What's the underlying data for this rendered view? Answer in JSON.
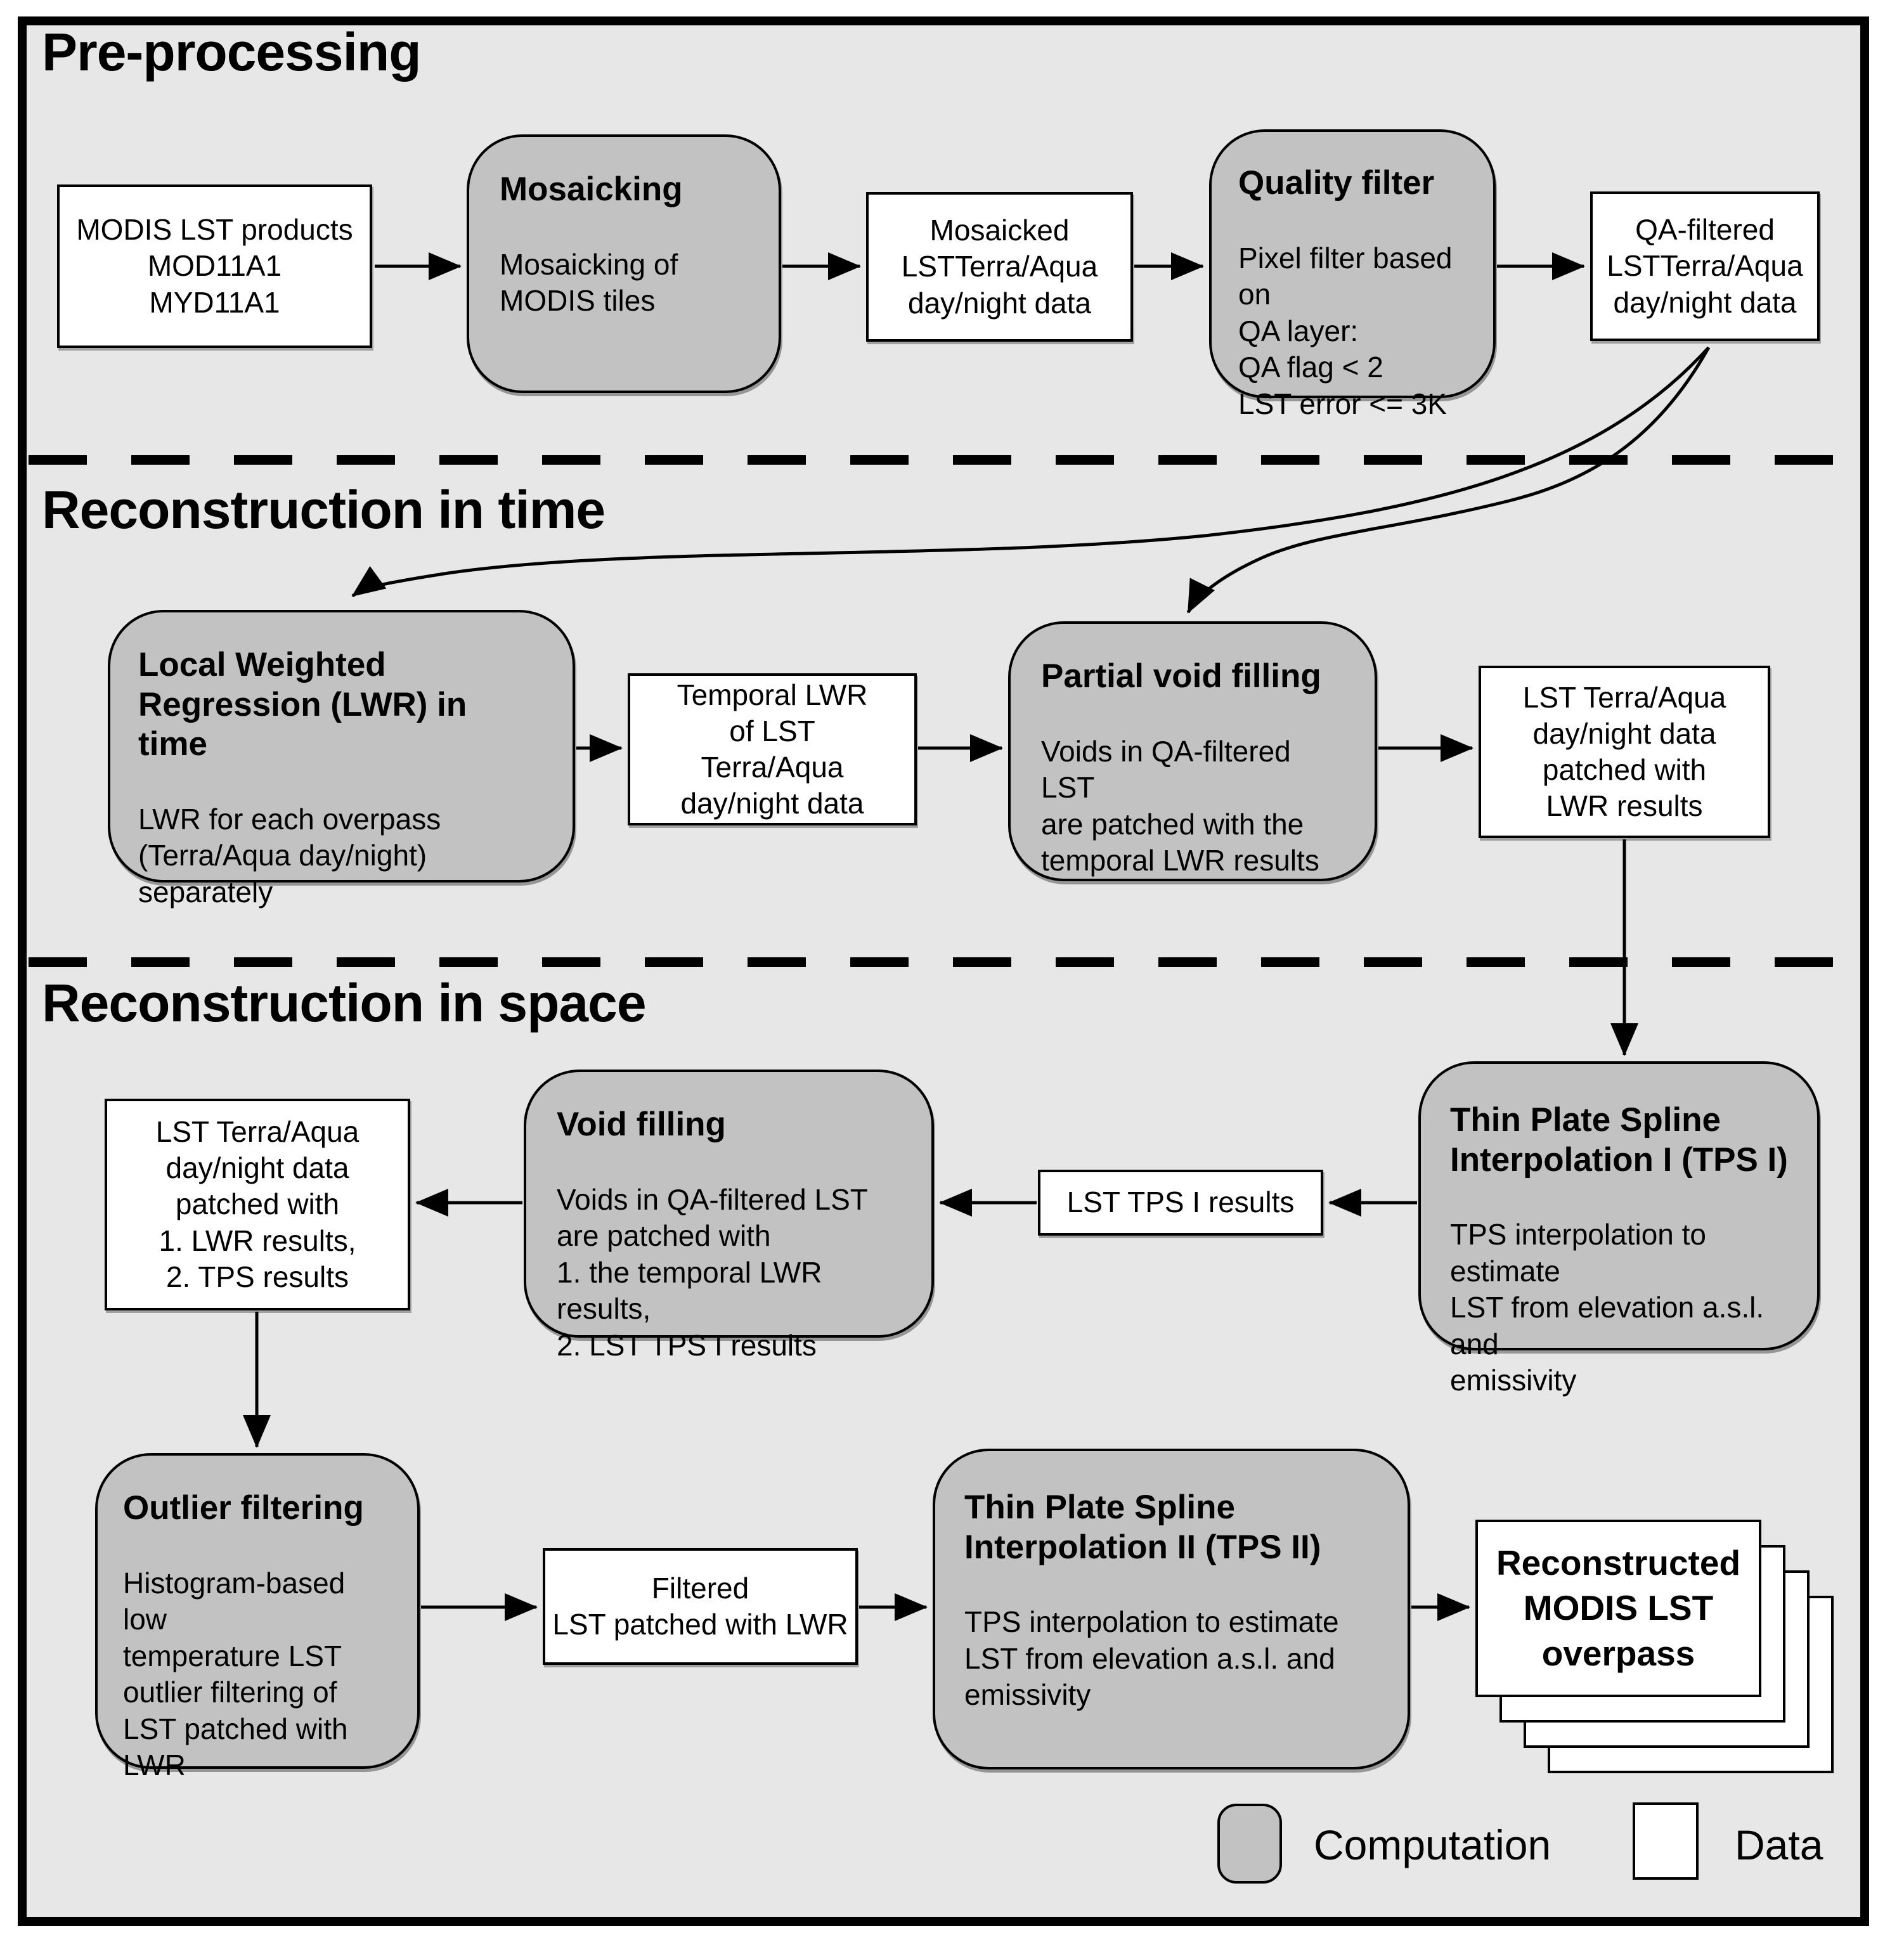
{
  "sections": {
    "pre": "Pre-processing",
    "time": "Reconstruction in time",
    "space": "Reconstruction in space"
  },
  "nodes": {
    "modis": {
      "type": "data",
      "text": "MODIS LST products\nMOD11A1\nMYD11A1"
    },
    "mosaicking": {
      "type": "computation",
      "title": "Mosaicking",
      "body": "Mosaicking of\nMODIS tiles"
    },
    "mosaicked": {
      "type": "data",
      "text": "Mosaicked\nLSTTerra/Aqua\nday/night data"
    },
    "quality_filter": {
      "type": "computation",
      "title": "Quality filter",
      "body": "Pixel filter based on\nQA layer:\nQA flag < 2\nLST error <= 3K"
    },
    "qa_filtered": {
      "type": "data",
      "text": "QA-filtered\nLSTTerra/Aqua\nday/night data"
    },
    "lwr": {
      "type": "computation",
      "title": "Local Weighted Regression (LWR) in time",
      "body": "LWR for each overpass\n(Terra/Aqua day/night)\nseparately"
    },
    "temporal_lwr": {
      "type": "data",
      "text": "Temporal LWR\nof LST\nTerra/Aqua\nday/night data"
    },
    "partial_void": {
      "type": "computation",
      "title": "Partial void filling",
      "body": "Voids in QA-filtered LST\nare patched with the\ntemporal LWR results"
    },
    "patched_lwr": {
      "type": "data",
      "text": "LST Terra/Aqua\nday/night data\npatched with\nLWR results"
    },
    "tps1": {
      "type": "computation",
      "title": "Thin Plate Spline Interpolation I (TPS I)",
      "body": "TPS interpolation to estimate\nLST from elevation a.s.l. and\nemissivity"
    },
    "tps1_results": {
      "type": "data",
      "text": "LST TPS I results"
    },
    "void_filling": {
      "type": "computation",
      "title": "Void filling",
      "body": "Voids in QA-filtered LST\nare patched with\n1. the temporal LWR results,\n2. LST TPS I results"
    },
    "patched_lwr_tps": {
      "type": "data",
      "text": "LST Terra/Aqua\nday/night data\npatched with\n1. LWR results,\n2. TPS results"
    },
    "outlier": {
      "type": "computation",
      "title": "Outlier filtering",
      "body": "Histogram-based low\ntemperature LST\noutlier filtering of\nLST patched with LWR"
    },
    "filtered": {
      "type": "data",
      "text": "Filtered\nLST patched with LWR"
    },
    "tps2": {
      "type": "computation",
      "title": "Thin Plate Spline Interpolation II (TPS II)",
      "body": "TPS interpolation to estimate\nLST from elevation a.s.l. and\nemissivity"
    },
    "reconstructed": {
      "type": "data",
      "text": "Reconstructed\nMODIS LST\noverpass"
    }
  },
  "legend": {
    "computation": "Computation",
    "data": "Data"
  },
  "colors": {
    "computation_fill": "#c2c2c2",
    "data_fill": "#ffffff",
    "background": "#e7e7e7",
    "line": "#000000"
  }
}
